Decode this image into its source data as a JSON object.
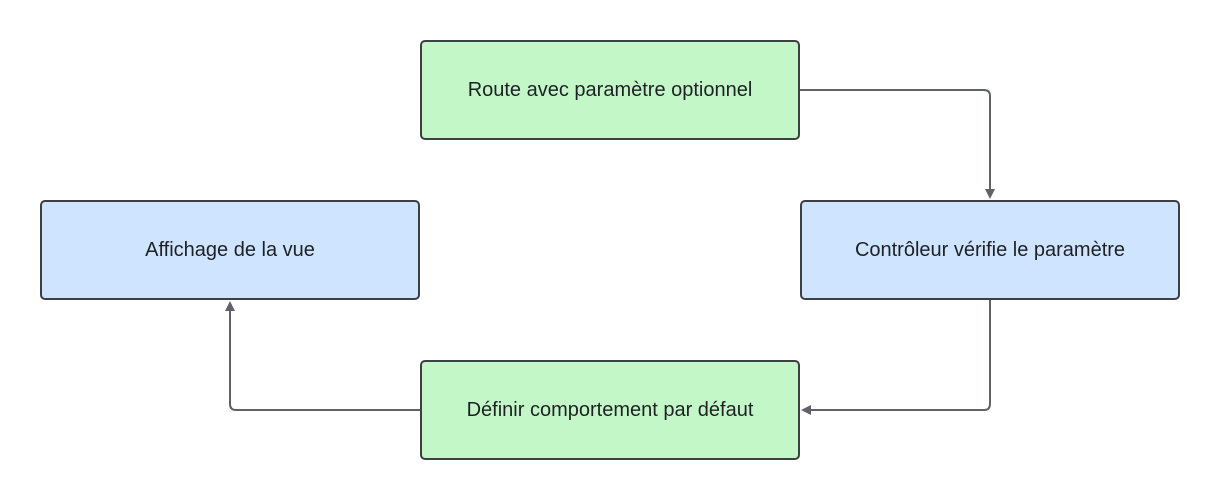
{
  "diagram": {
    "type": "flowchart",
    "nodes": [
      {
        "id": "route",
        "label": "Route avec paramètre optionnel",
        "color": "#c3f7c8"
      },
      {
        "id": "controller",
        "label": "Contrôleur vérifie le paramètre",
        "color": "#cfe4ff"
      },
      {
        "id": "default",
        "label": "Définir comportement par défaut",
        "color": "#c3f7c8"
      },
      {
        "id": "view",
        "label": "Affichage de la vue",
        "color": "#cfe4ff"
      }
    ],
    "edges": [
      {
        "from": "route",
        "to": "controller"
      },
      {
        "from": "controller",
        "to": "default"
      },
      {
        "from": "default",
        "to": "view"
      }
    ],
    "edge_color": "#5f6368",
    "border_color": "#3d3f42"
  }
}
